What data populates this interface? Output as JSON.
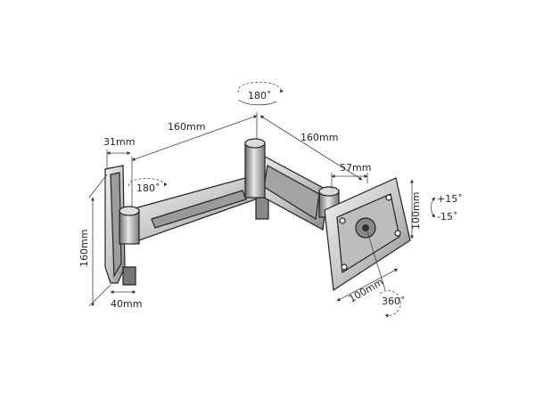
{
  "diagram": {
    "dimensions": {
      "arm1_length": "160mm",
      "arm2_length": "160mm",
      "wall_offset": "31mm",
      "plate_height": "160mm",
      "plate_width": "40mm",
      "head_depth": "57mm",
      "vesa_width": "100mm",
      "vesa_height": "100mm"
    },
    "rotations": {
      "top_pivot": "180˚",
      "wall_pivot": "180˚",
      "screen": "360˚"
    },
    "tilt": {
      "up": "+15˚",
      "down": "-15˚"
    }
  }
}
